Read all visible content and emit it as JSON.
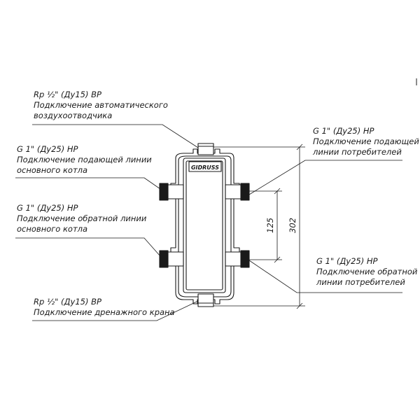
{
  "callouts": {
    "air_vent": {
      "spec": "Rp ½\" (Ду15) ВР",
      "lines": [
        "Подключение автоматического",
        "воздухоотводчика"
      ]
    },
    "boiler_supply": {
      "spec": "G 1\" (Ду25) НР",
      "lines": [
        "Подключение подающей линии",
        "основного котла"
      ]
    },
    "boiler_return": {
      "spec": "G 1\" (Ду25) НР",
      "lines": [
        "Подключение обратной линии",
        "основного котла"
      ]
    },
    "drain": {
      "spec": "Rp ½\" (Ду15) ВР",
      "lines": [
        "Подключение дренажного крана"
      ]
    },
    "consumer_supply": {
      "spec": "G 1\" (Ду25) НР",
      "lines": [
        "Подключение подающей",
        "линии потребителей"
      ]
    },
    "consumer_return": {
      "spec": "G 1\" (Ду25) НР",
      "lines": [
        "Подключение обратной",
        "линии потребителей"
      ]
    }
  },
  "dimensions": {
    "spacing": "125",
    "height": "302"
  },
  "logo": {
    "text": "GIDRUSS"
  }
}
